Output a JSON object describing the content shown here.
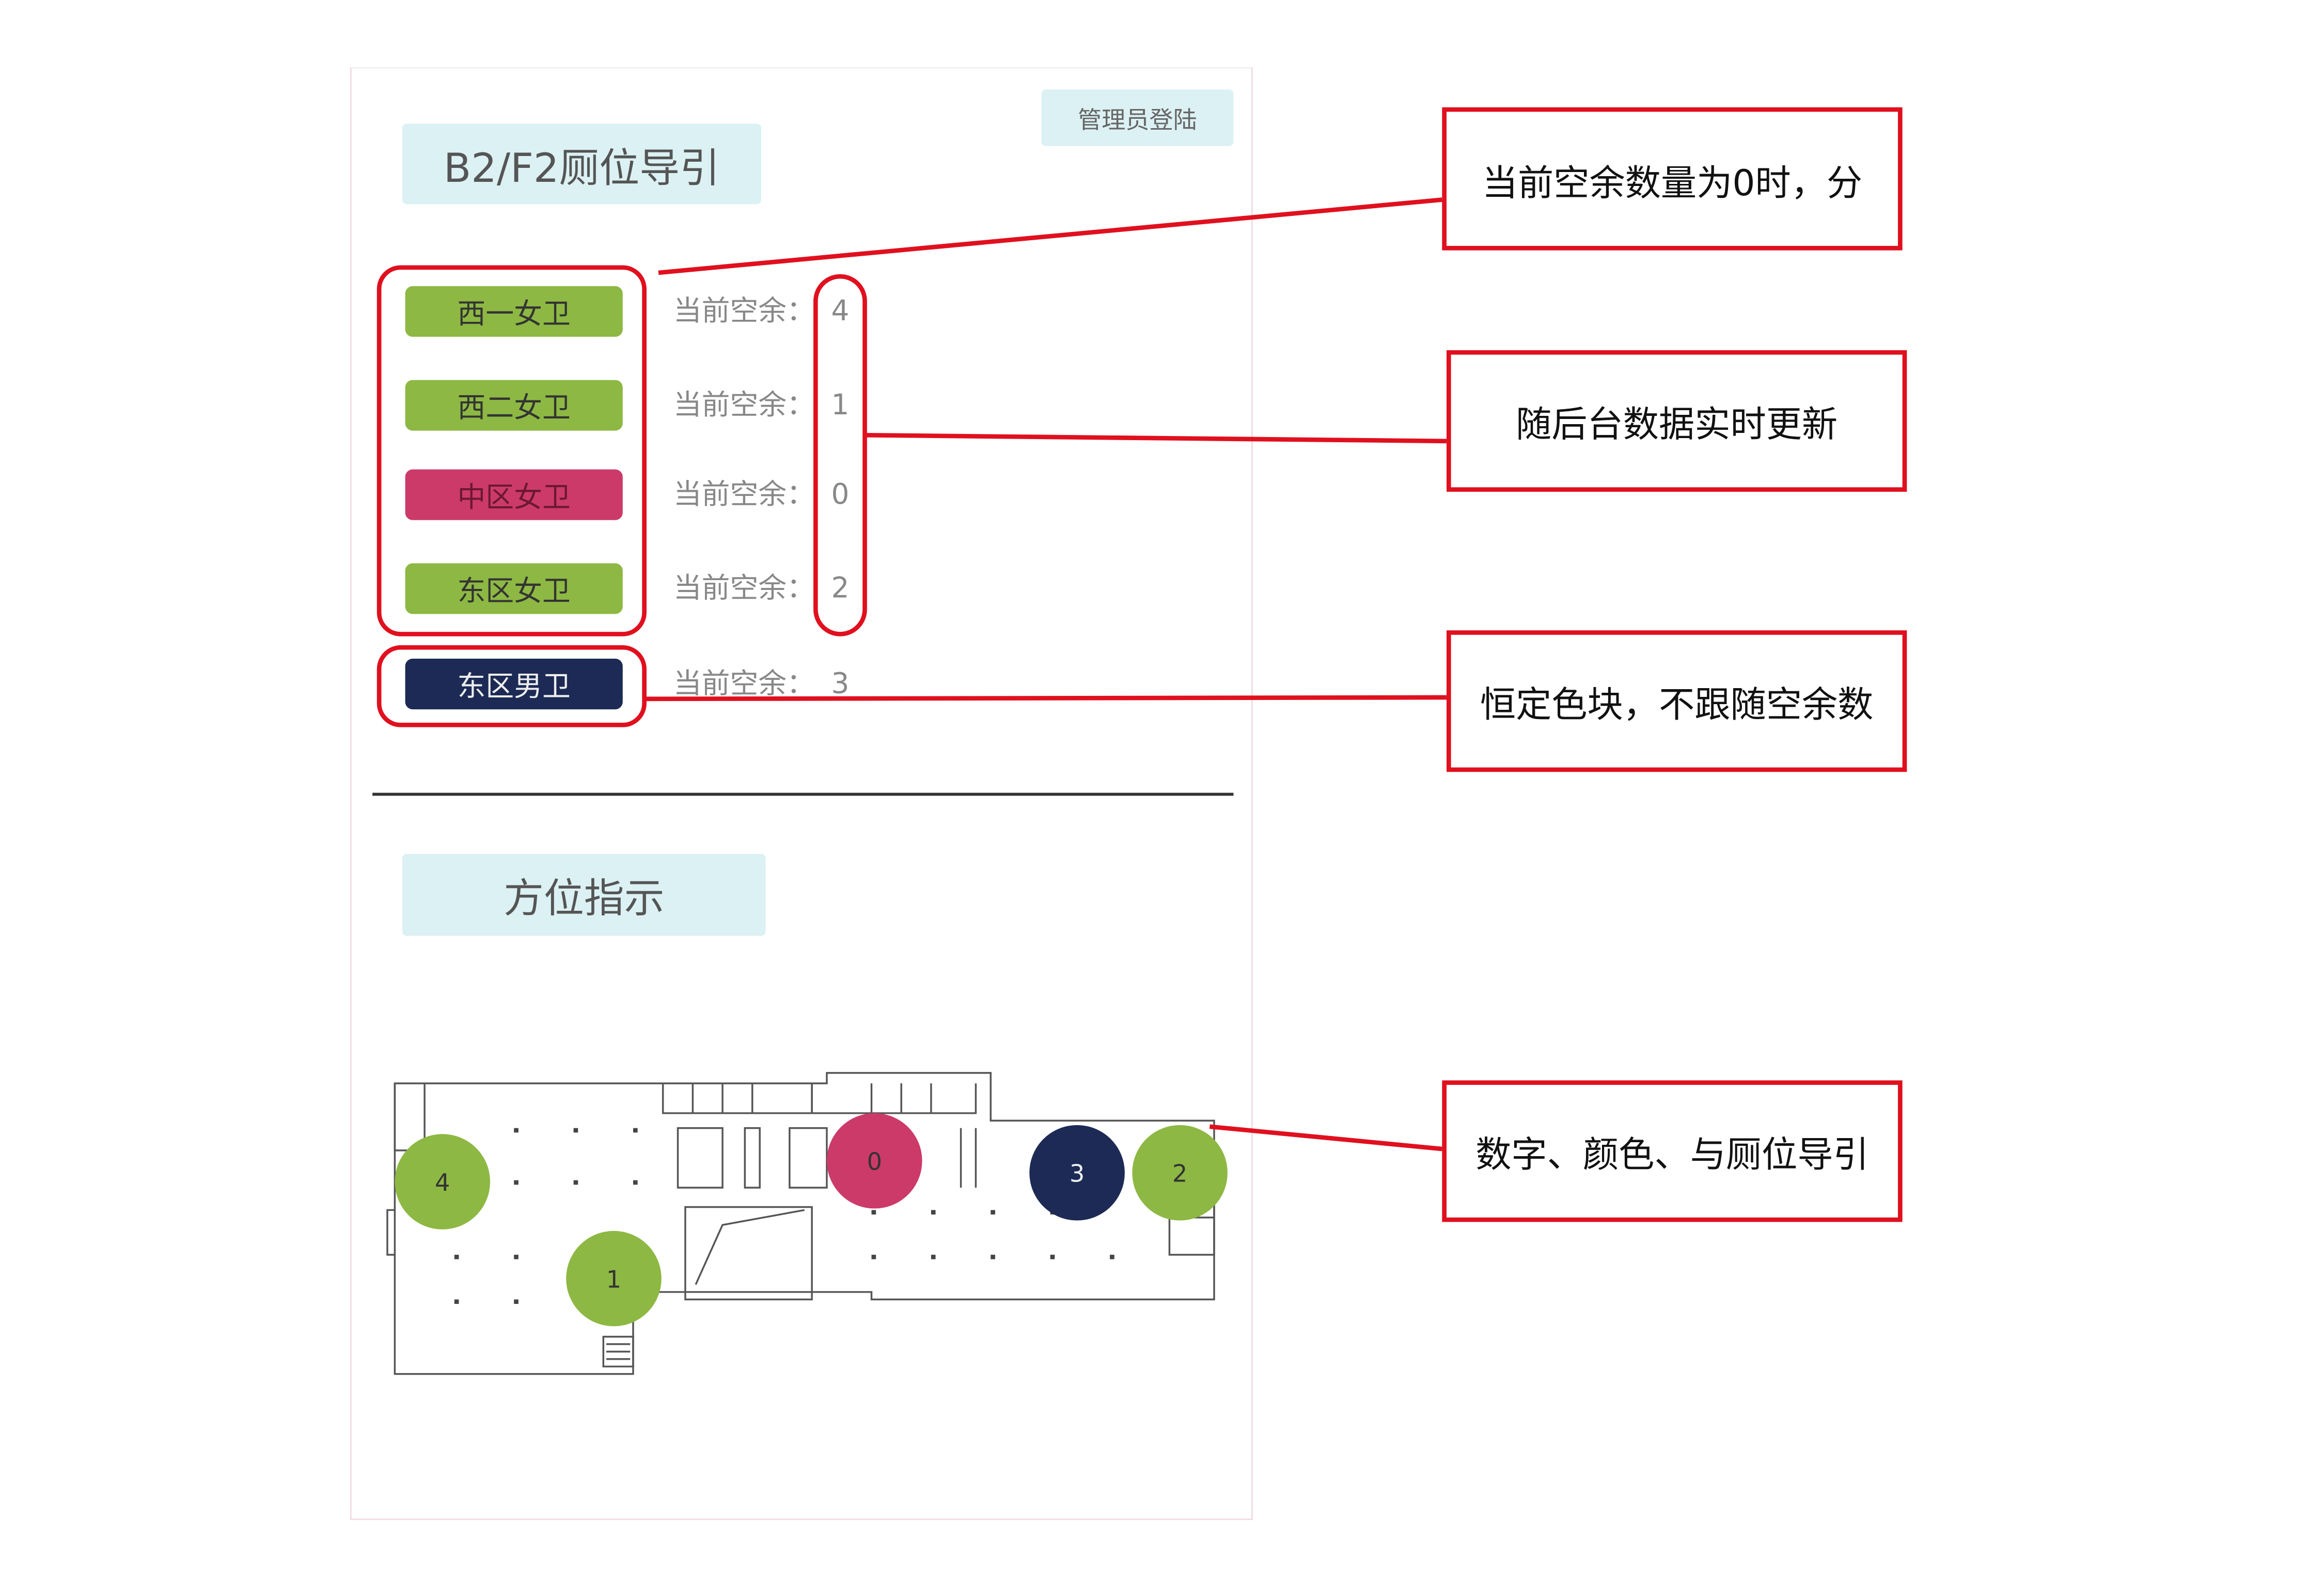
{
  "panel": {
    "title": "B2/F2厕位导引",
    "admin_button": "管理员登陆",
    "section2_title": "方位指示"
  },
  "restrooms": [
    {
      "name": "西一女卫",
      "label": "当前空余：",
      "count": "4",
      "color": "#8db843"
    },
    {
      "name": "西二女卫",
      "label": "当前空余：",
      "count": "1",
      "color": "#8db843"
    },
    {
      "name": "中区女卫",
      "label": "当前空余：",
      "count": "0",
      "color": "#cc3a6a"
    },
    {
      "name": "东区女卫",
      "label": "当前空余：",
      "count": "2",
      "color": "#8db843"
    },
    {
      "name": "东区男卫",
      "label": "当前空余：",
      "count": "3",
      "color": "#1c2a55"
    }
  ],
  "map_pins": [
    {
      "count": "4",
      "color": "#8db843"
    },
    {
      "count": "1",
      "color": "#8db843"
    },
    {
      "count": "0",
      "color": "#cc3a6a"
    },
    {
      "count": "3",
      "color": "#1c2a55"
    },
    {
      "count": "2",
      "color": "#8db843"
    }
  ],
  "annotations": [
    "当前空余数量为0时，分",
    "随后台数据实时更新",
    "恒定色块，不跟随空余数",
    "数字、颜色、与厕位导引"
  ],
  "accent": "#e0101e"
}
